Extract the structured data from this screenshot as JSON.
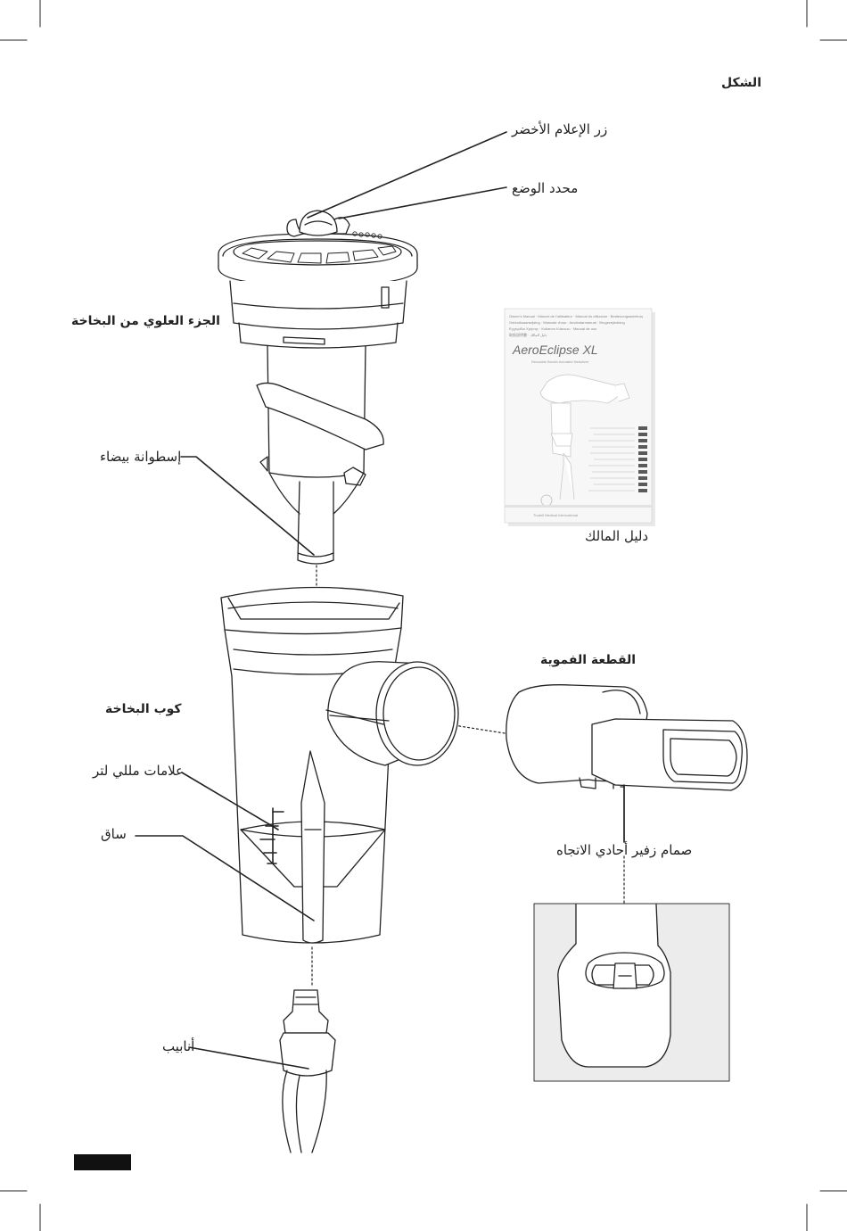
{
  "page": {
    "heading": "الشكل",
    "colors": {
      "ink": "#222222",
      "manual_band": "#5a5a5a",
      "panel_bg": "#ececec",
      "footer_bar": "#111111"
    }
  },
  "labels": {
    "green_button": "زر الإعلام الأخضر",
    "mode_selector": "محدد الوضع",
    "nebulizer_top": "الجزء العلوي من البخاخة",
    "white_cylinder": "إسطوانة بيضاء",
    "owners_manual": "دليل المالك",
    "mouthpiece": "القطعة الفموية",
    "nebulizer_cup": "كوب البخاخة",
    "ml_markings": "علامات مللي لتر",
    "stem": "ساق",
    "one_way_valve": "صمام زفير أحادي الاتجاه",
    "tubing": "أنابيب"
  },
  "manual": {
    "header_line_1": "Owner's Manual · Manuel de l'utilisateur · Manual do utilizador · Bedienungsanleitung",
    "header_line_2": "Gebruiksaanwijzing · Manuale d'uso · Användarmanual · Brugsvejledning",
    "header_line_3": "Εγχειρίδιο Χρήσης · Kullanım Kılavuzu · Manual de uso",
    "header_line_4": "取扱説明書 · دليل المالك",
    "brand": "AeroEclipse XL",
    "subtitle": "Reusable Breath Actuated Nebulizer",
    "footer": "Trudell Medical International"
  }
}
